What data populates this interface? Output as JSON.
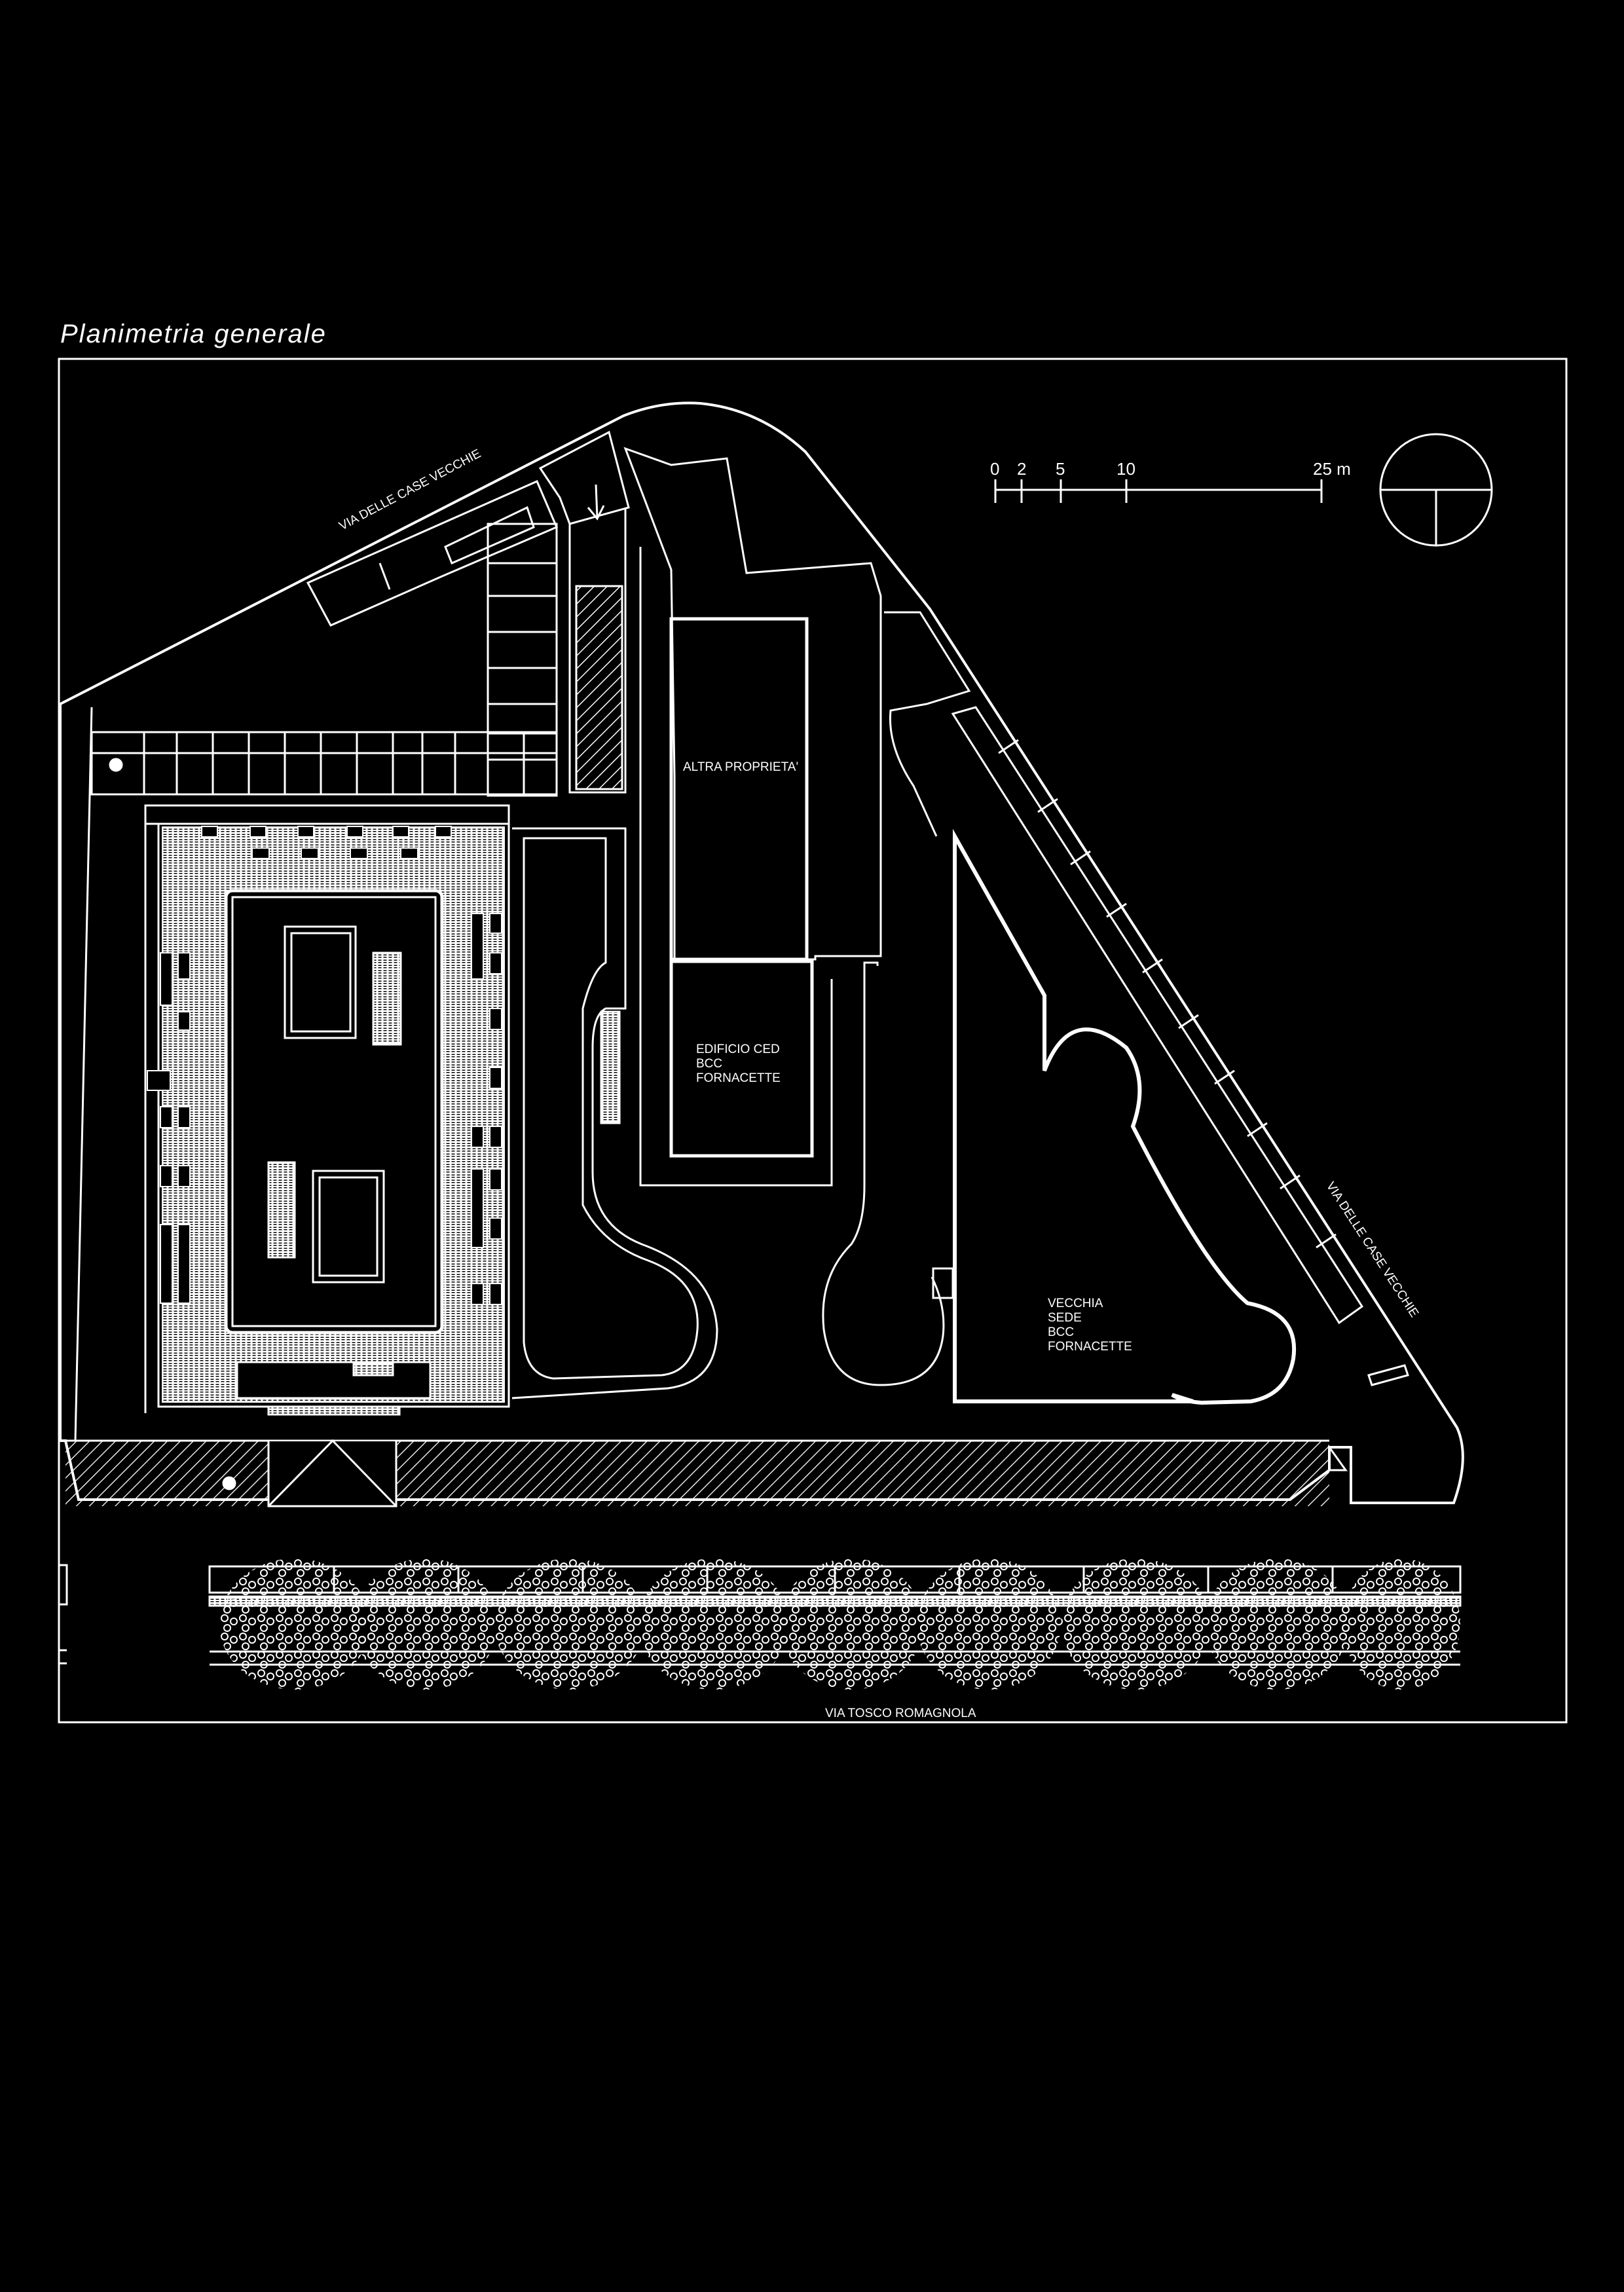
{
  "title": "Planimetria generale",
  "labels": {
    "street_top": "VIA DELLE CASE VECCHIE",
    "street_right": "VIA DELLE CASE VECCHIE",
    "street_bottom": "VIA TOSCO ROMAGNOLA",
    "building_other": "ALTRA PROPRIETA'",
    "building_ced": [
      "EDIFICIO CED",
      "BCC",
      "FORNACETTE"
    ],
    "building_old": [
      "VECCHIA",
      "SEDE",
      "BCC",
      "FORNACETTE"
    ]
  },
  "scale_bar": {
    "ticks": [
      "0",
      "2",
      "5",
      "10",
      "25 m"
    ]
  },
  "colors": {
    "background": "#000000",
    "line": "#ffffff"
  }
}
